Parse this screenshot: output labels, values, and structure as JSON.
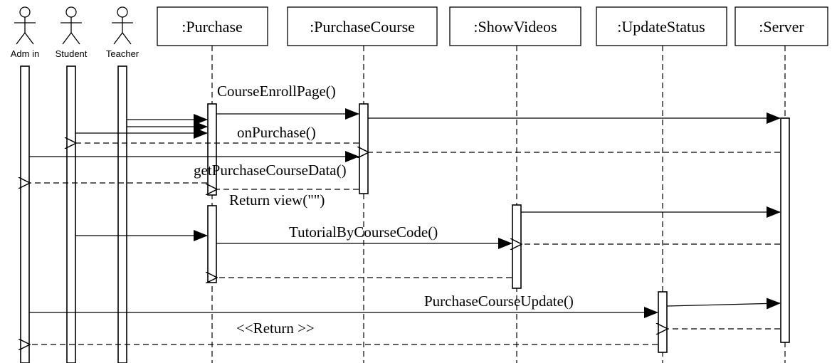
{
  "diagram": {
    "actors": [
      {
        "id": "admin",
        "label": "Adm in"
      },
      {
        "id": "student",
        "label": "Student"
      },
      {
        "id": "teacher",
        "label": "Teacher"
      }
    ],
    "objects": [
      {
        "id": "purchase",
        "label": ":Purchase"
      },
      {
        "id": "purchasecourse",
        "label": ":PurchaseCourse"
      },
      {
        "id": "showvideos",
        "label": ":ShowVideos"
      },
      {
        "id": "updatestatus",
        "label": ":UpdateStatus"
      },
      {
        "id": "server",
        "label": ":Server"
      }
    ],
    "messages": [
      {
        "label": "CourseEnrollPage()"
      },
      {
        "label": "onPurchase()"
      },
      {
        "label": "getPurchaseCourseData()"
      },
      {
        "label": "Return view(\"\")"
      },
      {
        "label": "TutorialByCourseCode()"
      },
      {
        "label": "PurchaseCourseUpdate()"
      },
      {
        "label": "<<Return >>"
      }
    ]
  }
}
